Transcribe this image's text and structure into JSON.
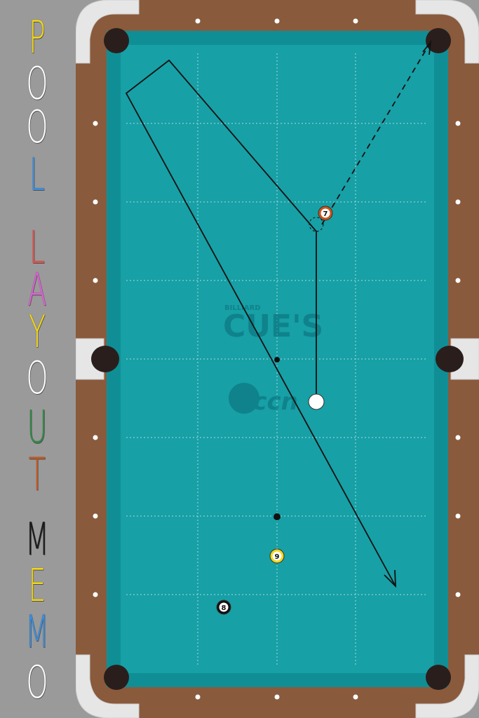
{
  "title": {
    "letters": [
      {
        "ch": "P",
        "color": "#f2d619"
      },
      {
        "ch": "O",
        "color": "#ffffff"
      },
      {
        "ch": "O",
        "color": "#ffffff"
      },
      {
        "ch": "L",
        "color": "#3a8fe0"
      },
      {
        "ch": "L",
        "color": "#e8504a"
      },
      {
        "ch": "A",
        "color": "#e25fd8"
      },
      {
        "ch": "Y",
        "color": "#f2d619"
      },
      {
        "ch": "O",
        "color": "#ffffff"
      },
      {
        "ch": "U",
        "color": "#2e8b45"
      },
      {
        "ch": "T",
        "color": "#c8561a"
      },
      {
        "ch": "M",
        "color": "#1a1a1a"
      },
      {
        "ch": "E",
        "color": "#f2d619"
      },
      {
        "ch": "M",
        "color": "#3a8fe0"
      },
      {
        "ch": "O",
        "color": "#ffffff"
      }
    ]
  },
  "table": {
    "felt_color": "#17a0a6",
    "rail_color": "#8a5a3c",
    "corner_color": "#e6e6e6",
    "pocket_color": "#2a1e1c",
    "logo": {
      "small": "BILLIARD",
      "main": "CUE'S",
      "sub": "dccn"
    }
  },
  "balls": [
    {
      "id": "7",
      "label": "7",
      "color": "#c8561a"
    },
    {
      "id": "9",
      "label": "9",
      "color": "#f2d619"
    },
    {
      "id": "8",
      "label": "8",
      "color": "#111111"
    },
    {
      "id": "cue",
      "label": "",
      "color": "#ffffff"
    }
  ]
}
